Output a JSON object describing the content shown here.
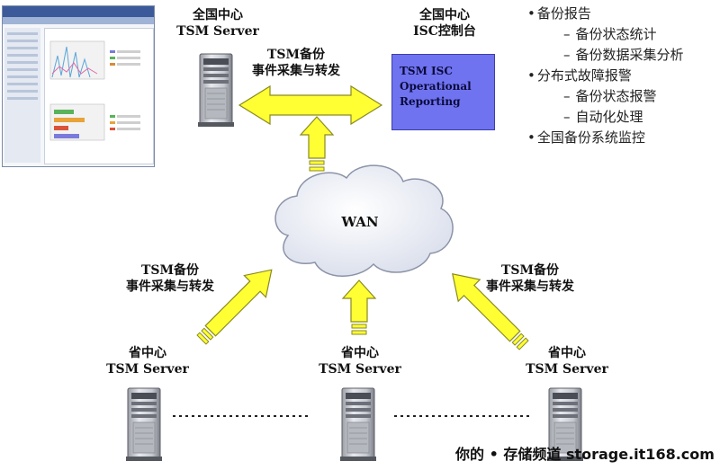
{
  "national_server": {
    "line1": "全国中心",
    "line2": "TSM Server"
  },
  "national_isc": {
    "line1": "全国中心",
    "line2": "ISC控制台"
  },
  "isc_box": {
    "line1": "TSM ISC",
    "line2": "Operational",
    "line3": "Reporting"
  },
  "features": [
    {
      "text": "备份报告",
      "level": 1
    },
    {
      "text": "备份状态统计",
      "level": 2
    },
    {
      "text": "备份数据采集分析",
      "level": 2
    },
    {
      "text": "分布式故障报警",
      "level": 1
    },
    {
      "text": "备份状态报警",
      "level": 2
    },
    {
      "text": "自动化处理",
      "level": 2
    },
    {
      "text": "全国备份系统监控",
      "level": 1
    }
  ],
  "top_relay": {
    "line1": "TSM备份",
    "line2": "事件采集与转发"
  },
  "left_relay": {
    "line1": "TSM备份",
    "line2": "事件采集与转发"
  },
  "right_relay": {
    "line1": "TSM备份",
    "line2": "事件采集与转发"
  },
  "cloud": {
    "label": "WAN"
  },
  "province_left": {
    "line1": "省中心",
    "line2": "TSM Server"
  },
  "province_center": {
    "line1": "省中心",
    "line2": "TSM Server"
  },
  "province_right": {
    "line1": "省中心",
    "line2": "TSM Server"
  },
  "caption": "你的 • 存储频道 storage.it168.com",
  "colors": {
    "arrow_fill": "#ffff33",
    "arrow_stroke": "#8a8a20",
    "cloud_fill": "#eef1f8",
    "isc_box": "#6f73f0"
  }
}
